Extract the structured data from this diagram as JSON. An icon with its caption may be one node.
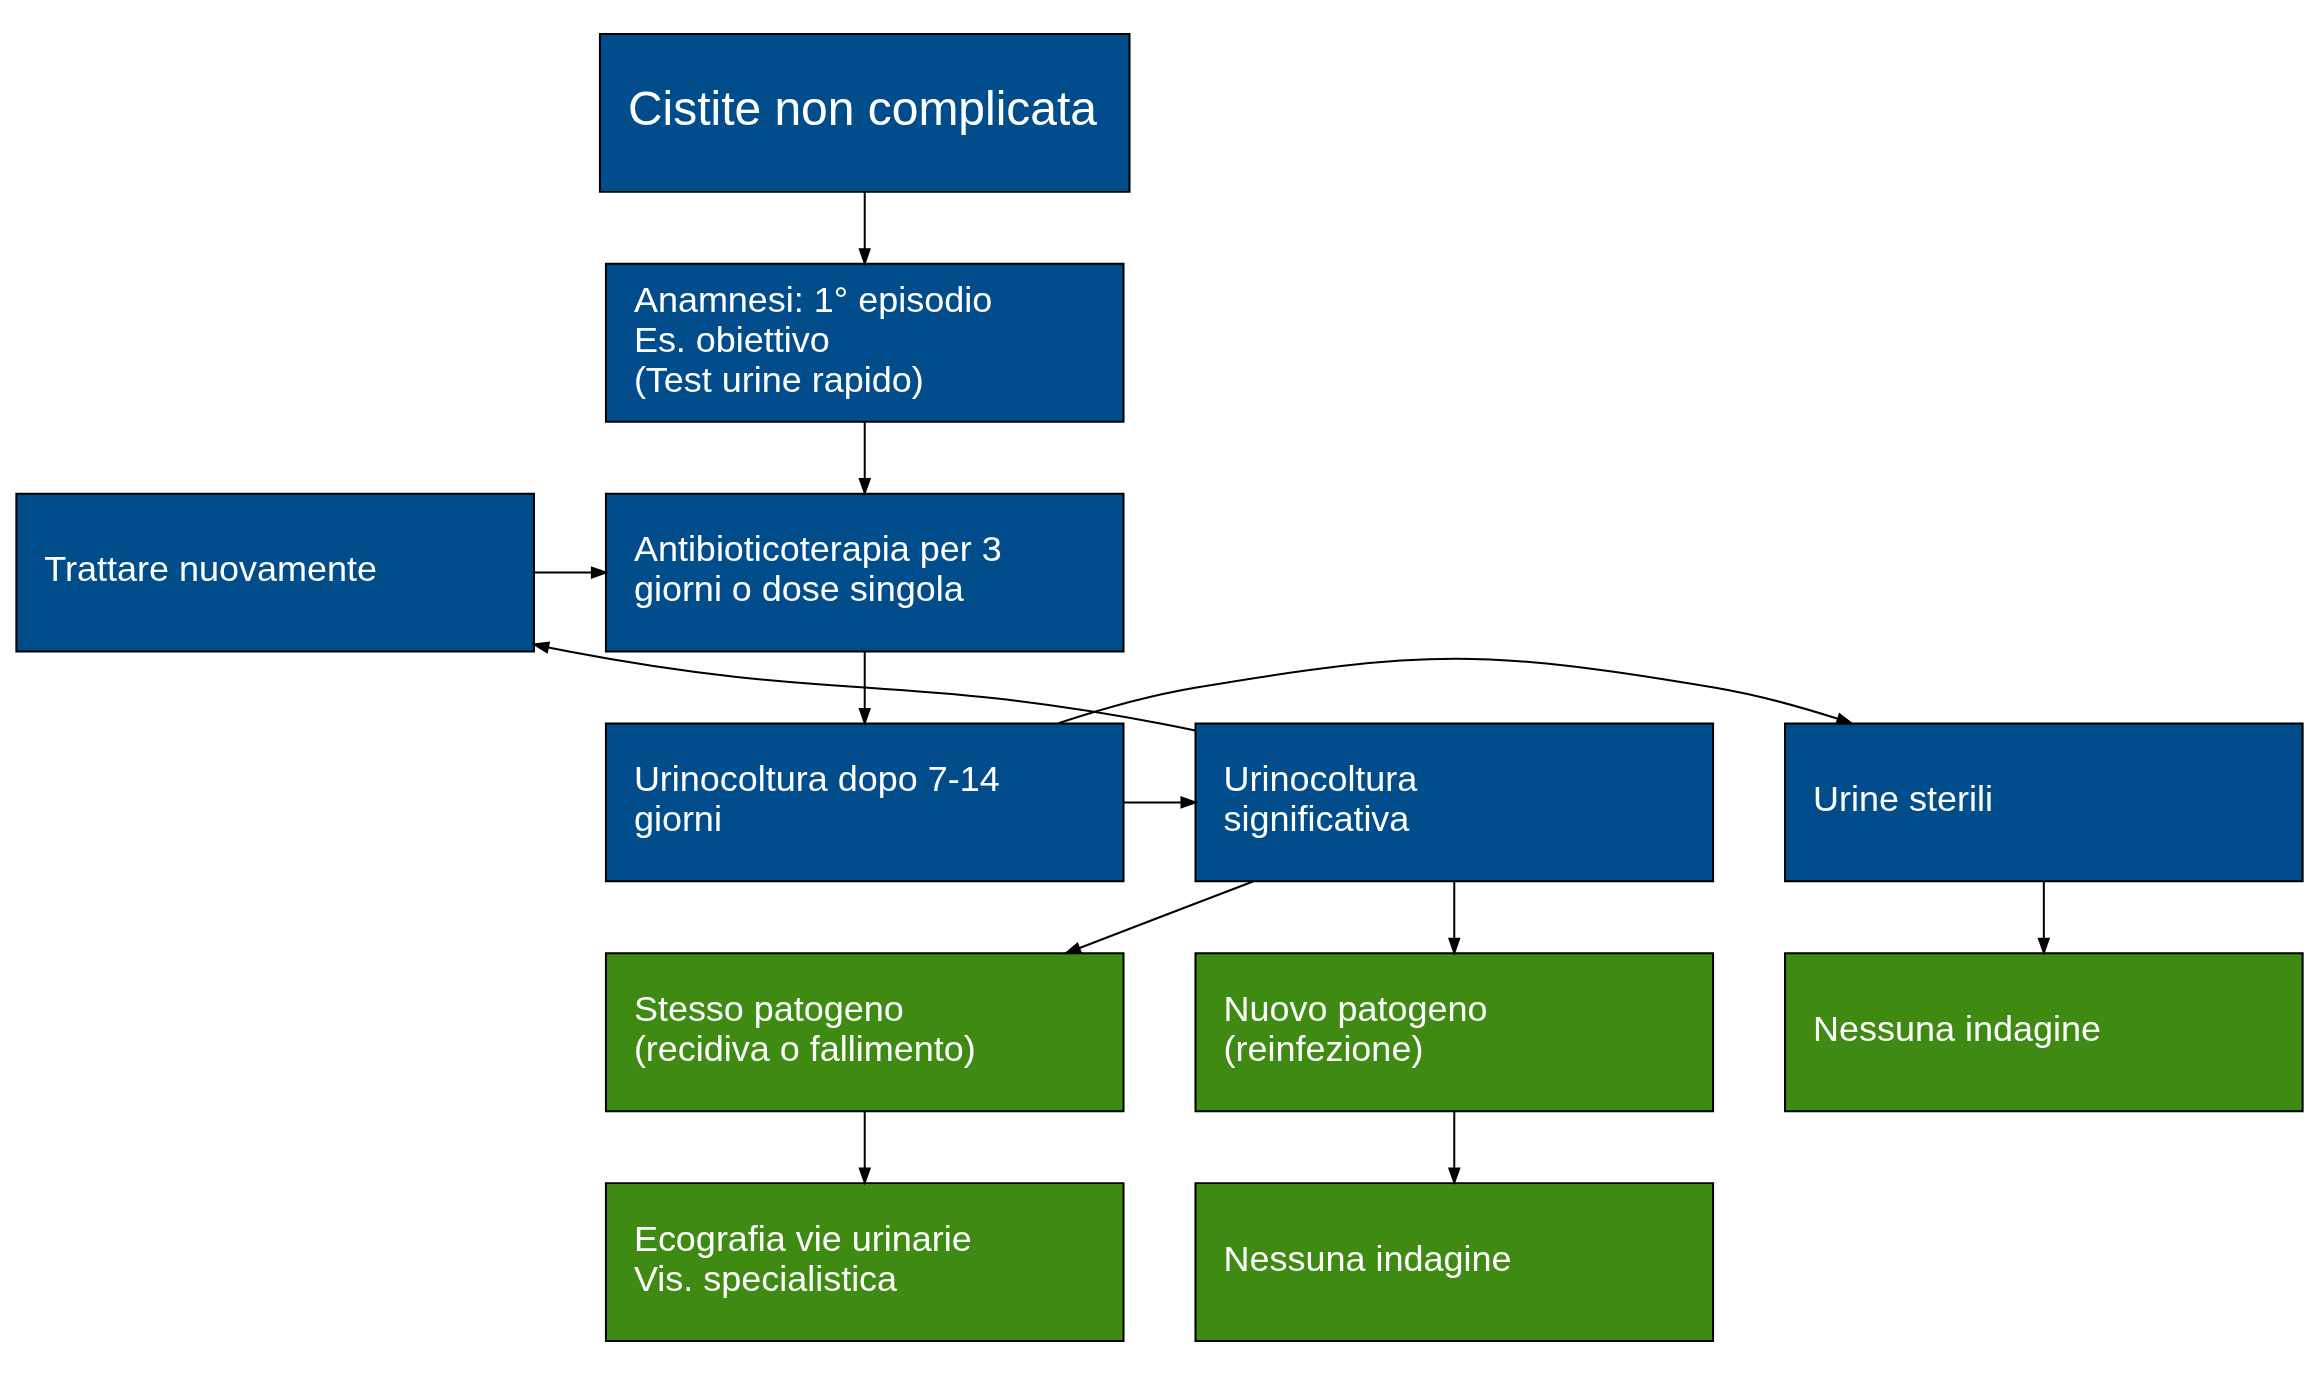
{
  "diagram": {
    "nodes": [
      {
        "text": [
          "Cistite non complicata"
        ]
      },
      {
        "text": [
          "Anamnesi: 1° episodio",
          "Es. obiettivo",
          "(Test urine rapido)"
        ]
      },
      {
        "text": [
          "Antibioticoterapia per 3 giorni o dose singola"
        ]
      },
      {
        "text": [
          "Trattare nuovamente"
        ]
      },
      {
        "text": [
          "Urine sterili"
        ]
      },
      {
        "text": [
          "Urinocoltura dopo 7-14 giorni"
        ]
      },
      {
        "text": [
          "Urinocoltura significativa"
        ]
      },
      {
        "text": [
          "Nessuna indagine"
        ]
      },
      {
        "text": [
          "Stesso patogeno (recidiva o fallimento)"
        ]
      },
      {
        "text": [
          "Nuovo patogeno (reinfezione)"
        ]
      },
      {
        "text": [
          "Ecografia vie urinarie",
          "Vis. specialistica"
        ]
      },
      {
        "text": [
          "Nessuna indagine"
        ]
      }
    ],
    "edges": [
      {
        "from": 0,
        "to": 1,
        "arrow": "to"
      },
      {
        "from": 1,
        "to": 2,
        "arrow": "to"
      },
      {
        "from": 3,
        "to": 2,
        "arrow": "to"
      },
      {
        "from": 2,
        "to": 5,
        "arrow": "to"
      },
      {
        "from": 5,
        "to": 4,
        "arrow": "to"
      },
      {
        "from": 5,
        "to": 6,
        "arrow": "to"
      },
      {
        "from": 6,
        "to": 3,
        "arrow": "to"
      },
      {
        "from": 4,
        "to": 7,
        "arrow": "to"
      },
      {
        "from": 6,
        "to": 8,
        "arrow": "to"
      },
      {
        "from": 6,
        "to": 9,
        "arrow": "to"
      },
      {
        "from": 8,
        "to": 10,
        "arrow": "to"
      },
      {
        "from": 9,
        "to": 11,
        "arrow": "to"
      }
    ]
  }
}
